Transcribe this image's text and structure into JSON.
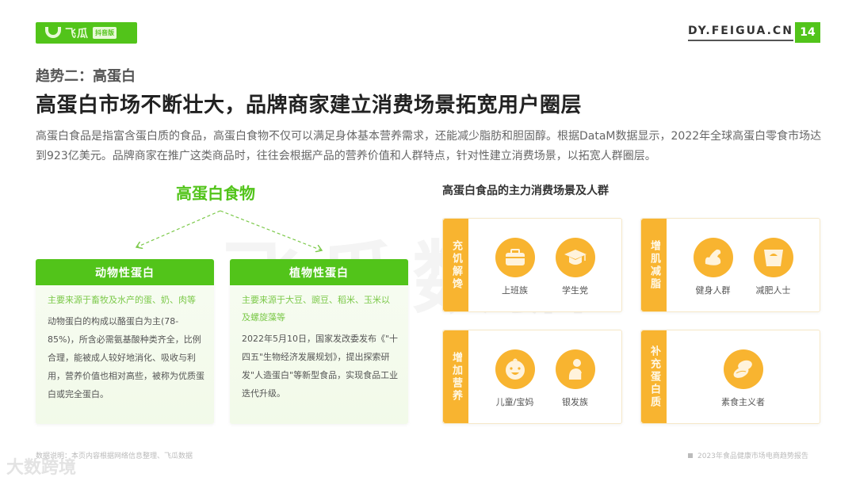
{
  "header": {
    "logo_text": "飞瓜",
    "logo_badge": "抖音版",
    "site_url": "DY.FEIGUA.CN",
    "page_number": "14"
  },
  "section": {
    "trend_label": "趋势二：高蛋白",
    "headline": "高蛋白市场不断壮大，品牌商家建立消费场景拓宽用户圈层",
    "intro": "高蛋白食品是指富含蛋白质的食品，高蛋白食物不仅可以满足身体基本营养需求，还能减少脂肪和胆固醇。根据DataM数据显示，2022年全球高蛋白零食市场达到923亿美元。品牌商家在推广这类商品时，往往会根据产品的营养价值和人群特点，针对性建立消费场景，以拓宽人群圈层。"
  },
  "watermark": "飞瓜数据",
  "food": {
    "title": "高蛋白食物",
    "cards": [
      {
        "title": "动物性蛋白",
        "source": "主要来源于畜牧及水产的蛋、奶、肉等",
        "body": "动物蛋白的构成以酪蛋白为主(78-85%)，所含必需氨基酸种类齐全，比例合理，能被成人较好地消化、吸收与利用，营养价值也相对高些，被称为优质蛋白或完全蛋白。"
      },
      {
        "title": "植物性蛋白",
        "source": "主要来源于大豆、豌豆、稻米、玉米以及螺旋藻等",
        "body": "2022年5月10日，国家发改委发布《\"十四五\"生物经济发展规划》，提出探索研发\"人造蛋白\"等新型食品，实现食品工业迭代升级。"
      }
    ]
  },
  "scenes": {
    "title": "高蛋白食品的主力消费场景及人群",
    "accent_color": "#f8b430",
    "cards": [
      {
        "tag": "充饥解馋",
        "people": [
          {
            "label": "上班族",
            "icon": "briefcase-icon"
          },
          {
            "label": "学生党",
            "icon": "graduation-cap-icon"
          }
        ]
      },
      {
        "tag": "增肌减脂",
        "people": [
          {
            "label": "健身人群",
            "icon": "muscle-arm-icon"
          },
          {
            "label": "减肥人士",
            "icon": "weight-scale-icon"
          }
        ]
      },
      {
        "tag": "增加营养",
        "people": [
          {
            "label": "儿童/宝妈",
            "icon": "baby-face-icon"
          },
          {
            "label": "银发族",
            "icon": "elderly-person-icon"
          }
        ]
      },
      {
        "tag": "补充蛋白质",
        "people": [
          {
            "label": "素食主义者",
            "icon": "peanut-icon"
          }
        ]
      }
    ]
  },
  "footer": {
    "source": "数据说明：本页内容根据网络信息整理、飞瓜数据",
    "brand": "大数跨境",
    "report": "2023年食品健康市场电商趋势报告"
  },
  "colors": {
    "brand_green": "#52c41a",
    "accent_orange": "#f8b430"
  }
}
